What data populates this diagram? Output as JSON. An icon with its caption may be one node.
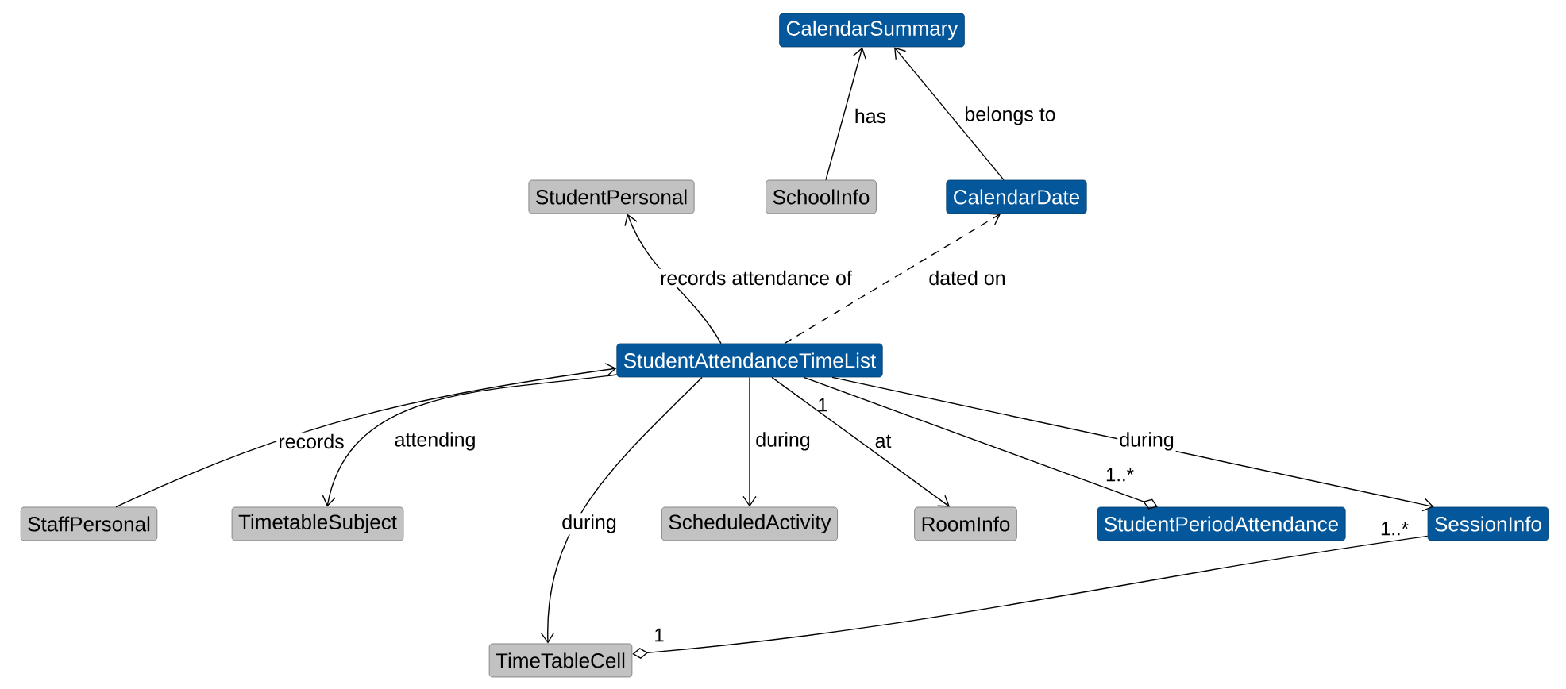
{
  "diagram": {
    "nodes": [
      {
        "text": [
          "CalendarSummary"
        ]
      },
      {
        "text": [
          "StudentPersonal"
        ]
      },
      {
        "text": [
          "SchoolInfo"
        ]
      },
      {
        "text": [
          "CalendarDate"
        ]
      },
      {
        "text": [
          "StudentAttendanceTimeList"
        ]
      },
      {
        "text": [
          "StaffPersonal"
        ]
      },
      {
        "text": [
          "TimetableSubject"
        ]
      },
      {
        "text": [
          "ScheduledActivity"
        ]
      },
      {
        "text": [
          "RoomInfo"
        ]
      },
      {
        "text": [
          "StudentPeriodAttendance"
        ]
      },
      {
        "text": [
          "SessionInfo"
        ]
      },
      {
        "text": [
          "TimeTableCell"
        ]
      }
    ],
    "edges": [
      {
        "from": 2,
        "to": 0,
        "arrow": "to",
        "label": "has"
      },
      {
        "from": 3,
        "to": 0,
        "arrow": "to",
        "label": "belongs to"
      },
      {
        "from": 4,
        "to": 1,
        "arrow": "to",
        "label": "records attendance of"
      },
      {
        "from": 4,
        "to": 3,
        "arrow": "to",
        "label": "dated on",
        "style": "dashed"
      },
      {
        "from": 5,
        "to": 4,
        "arrow": "to",
        "label": "records"
      },
      {
        "from": 4,
        "to": 6,
        "arrow": "to",
        "label": "attending"
      },
      {
        "from": 4,
        "to": 11,
        "arrow": "to",
        "label": "during"
      },
      {
        "from": 4,
        "to": 7,
        "arrow": "to",
        "label": "during"
      },
      {
        "from": 4,
        "to": 8,
        "arrow": "to",
        "label": "at"
      },
      {
        "from": 4,
        "to": 9,
        "arrow": "other"
      },
      {
        "from": 4,
        "to": 10,
        "arrow": "to",
        "label": "during"
      },
      {
        "from": 10,
        "to": 11,
        "arrow": "other"
      }
    ],
    "labels": [
      "1",
      "1..*",
      "1..*",
      "1"
    ]
  }
}
